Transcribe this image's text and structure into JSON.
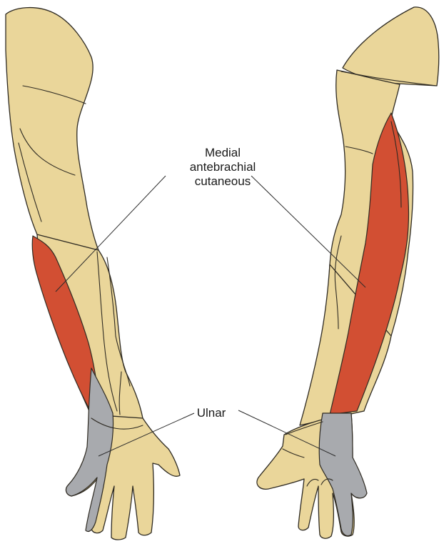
{
  "labels": {
    "medial_line1": "Medial",
    "medial_line2": "antebrachial",
    "medial_line3": "cutaneous",
    "ulnar": "Ulnar"
  },
  "colors": {
    "skin": "#ead69a",
    "medial_antebrachial_cutaneous": "#d24f33",
    "ulnar": "#a8aaae",
    "outline": "#2e2a22"
  }
}
